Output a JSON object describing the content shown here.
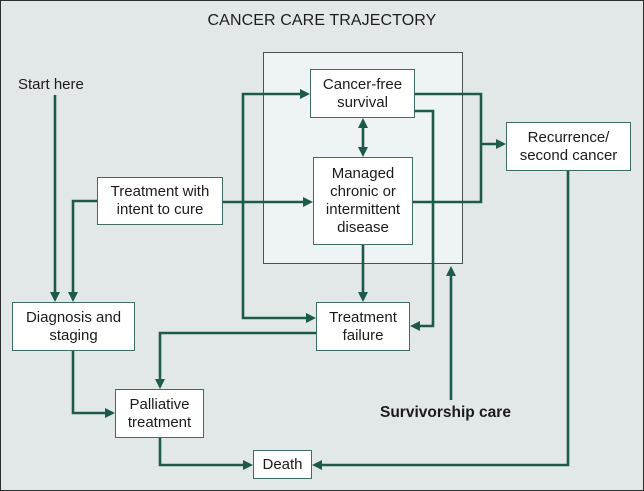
{
  "title": "CANCER CARE TRAJECTORY",
  "start_label": "Start here",
  "survivorship_label": "Survivorship care",
  "nodes": {
    "treatment_intent": "Treatment with\nintent to cure",
    "cancer_free": "Cancer-free\nsurvival",
    "managed_chronic": "Managed\nchronic or\nintermittent\ndisease",
    "recurrence": "Recurrence/\nsecond cancer",
    "diagnosis": "Diagnosis and\nstaging",
    "treatment_failure": "Treatment\nfailure",
    "palliative": "Palliative\ntreatment",
    "death": "Death"
  },
  "edges": [
    {
      "from": "start",
      "to": "diagnosis"
    },
    {
      "from": "treatment_intent",
      "to": "diagnosis"
    },
    {
      "from": "treatment_intent",
      "to": "cancer_free"
    },
    {
      "from": "treatment_intent",
      "to": "managed_chronic"
    },
    {
      "from": "treatment_intent",
      "to": "treatment_failure"
    },
    {
      "from": "cancer_free",
      "to": "managed_chronic",
      "bidirectional": true
    },
    {
      "from": "cancer_free",
      "to": "recurrence"
    },
    {
      "from": "managed_chronic",
      "to": "recurrence"
    },
    {
      "from": "cancer_free",
      "to": "treatment_failure"
    },
    {
      "from": "managed_chronic",
      "to": "treatment_failure"
    },
    {
      "from": "treatment_failure",
      "to": "palliative"
    },
    {
      "from": "diagnosis",
      "to": "palliative"
    },
    {
      "from": "palliative",
      "to": "death"
    },
    {
      "from": "recurrence",
      "to": "death"
    },
    {
      "from": "survivorship_care",
      "to": "survivor_zone"
    }
  ],
  "colors": {
    "background": "#e2e7e8",
    "zone_fill": "#eef3f5",
    "arrow": "#1d5a4c",
    "node_border": "#3f6c63"
  }
}
